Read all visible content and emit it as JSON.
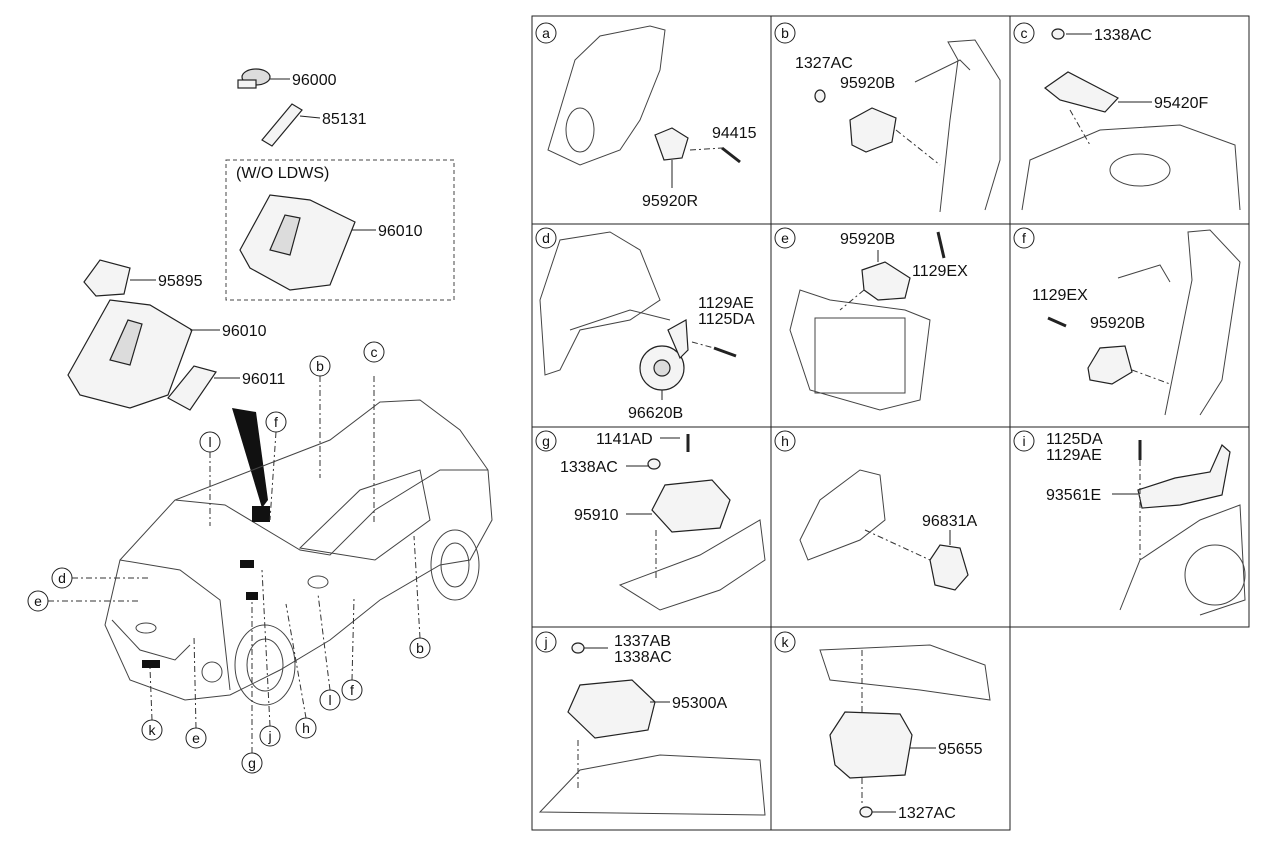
{
  "left": {
    "parts": {
      "p96000": "96000",
      "p85131": "85131",
      "p96010_inner": "96010",
      "p95895": "95895",
      "p96010": "96010",
      "p96011": "96011"
    },
    "wo_ldws": "(W/O LDWS)",
    "callouts": {
      "b1": "b",
      "c": "c",
      "f1": "f",
      "l1": "l",
      "d": "d",
      "e1": "e",
      "b2": "b",
      "f2": "f",
      "l2": "l",
      "h": "h",
      "j": "j",
      "g": "g",
      "e2": "e",
      "k": "k"
    }
  },
  "panels": {
    "a": {
      "letter": "a",
      "parts": [
        "94415",
        "95920R"
      ]
    },
    "b": {
      "letter": "b",
      "parts": [
        "1327AC",
        "95920B"
      ]
    },
    "c": {
      "letter": "c",
      "parts": [
        "1338AC",
        "95420F"
      ]
    },
    "d": {
      "letter": "d",
      "parts": [
        "1129AE",
        "1125DA",
        "96620B"
      ]
    },
    "e": {
      "letter": "e",
      "parts": [
        "95920B",
        "1129EX"
      ]
    },
    "f": {
      "letter": "f",
      "parts": [
        "1129EX",
        "95920B"
      ]
    },
    "g": {
      "letter": "g",
      "parts": [
        "1141AD",
        "1338AC",
        "95910"
      ]
    },
    "h": {
      "letter": "h",
      "parts": [
        "96831A"
      ]
    },
    "i": {
      "letter": "i",
      "parts": [
        "1125DA",
        "1129AE",
        "93561E"
      ]
    },
    "j": {
      "letter": "j",
      "parts": [
        "1337AB",
        "1338AC",
        "95300A"
      ]
    },
    "k": {
      "letter": "k",
      "parts": [
        "95655",
        "1327AC"
      ]
    }
  }
}
